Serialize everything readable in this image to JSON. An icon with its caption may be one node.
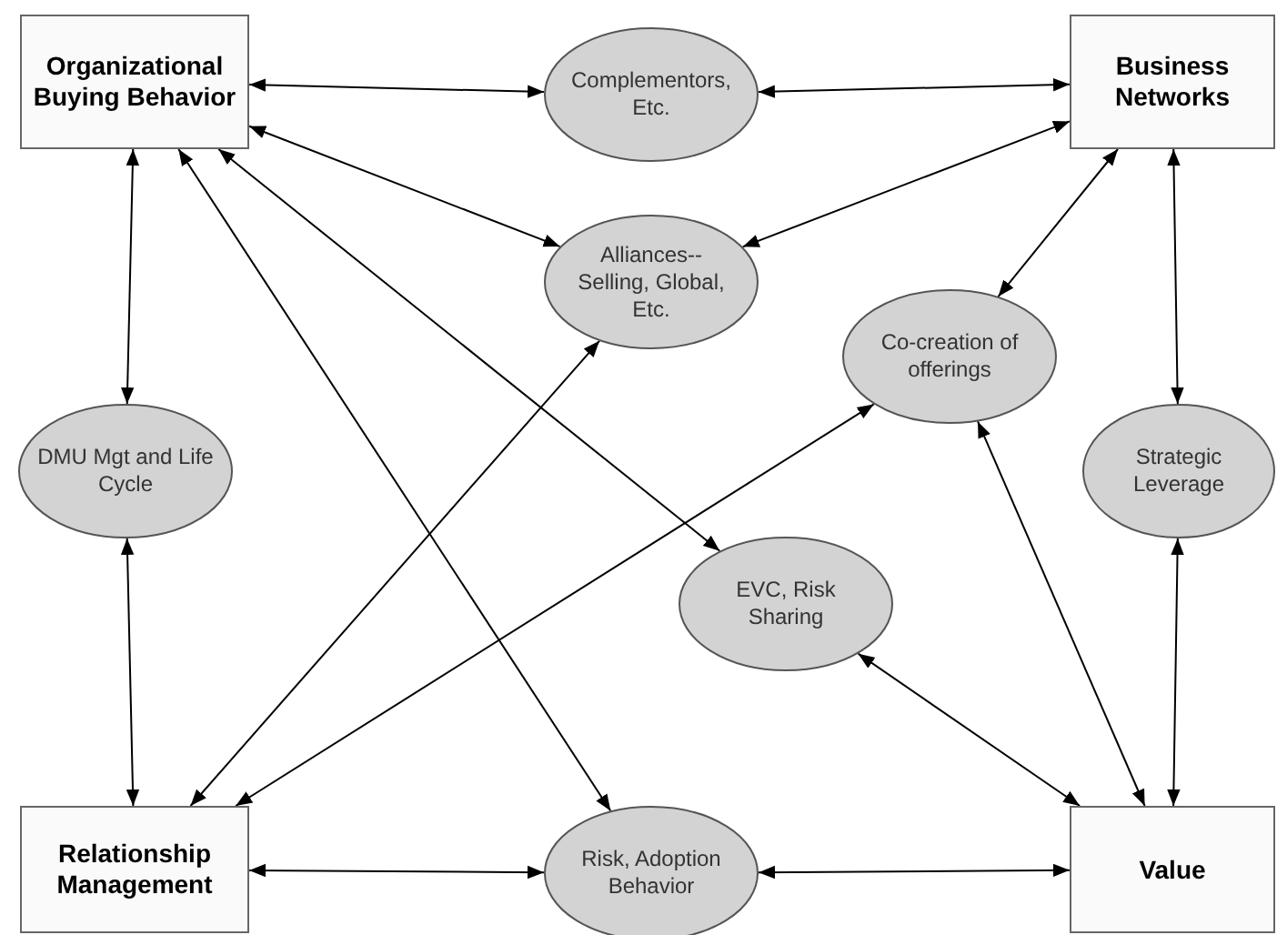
{
  "diagram": {
    "nodes": [
      {
        "text": [
          "Organizational Buying Behavior"
        ]
      },
      {
        "text": [
          "Complementors, Etc."
        ]
      },
      {
        "text": [
          "Business Networks"
        ]
      },
      {
        "text": [
          "Alliances-- Selling, Global, Etc."
        ]
      },
      {
        "text": [
          "Co-creation of offerings"
        ]
      },
      {
        "text": [
          "DMU Mgt and Life Cycle"
        ]
      },
      {
        "text": [
          "Strategic Leverage"
        ]
      },
      {
        "text": [
          "EVC, Risk Sharing"
        ]
      },
      {
        "text": [
          "Relationship Management"
        ]
      },
      {
        "text": [
          "Risk, Adoption Behavior"
        ]
      },
      {
        "text": [
          "Value"
        ]
      }
    ],
    "edges": [
      {
        "from": 0,
        "to": 1,
        "arrow": "both"
      },
      {
        "from": 1,
        "to": 2,
        "arrow": "both"
      },
      {
        "from": 0,
        "to": 3,
        "arrow": "both"
      },
      {
        "from": 2,
        "to": 3,
        "arrow": "both"
      },
      {
        "from": 2,
        "to": 4,
        "arrow": "both"
      },
      {
        "from": 0,
        "to": 5,
        "arrow": "both"
      },
      {
        "from": 2,
        "to": 6,
        "arrow": "both"
      },
      {
        "from": 0,
        "to": 7,
        "arrow": "both"
      },
      {
        "from": 0,
        "to": 9,
        "arrow": "both"
      },
      {
        "from": 3,
        "to": 8,
        "arrow": "both"
      },
      {
        "from": 4,
        "to": 8,
        "arrow": "both"
      },
      {
        "from": 4,
        "to": 10,
        "arrow": "both"
      },
      {
        "from": 7,
        "to": 10,
        "arrow": "both"
      },
      {
        "from": 5,
        "to": 8,
        "arrow": "both"
      },
      {
        "from": 6,
        "to": 10,
        "arrow": "both"
      },
      {
        "from": 8,
        "to": 9,
        "arrow": "both"
      },
      {
        "from": 9,
        "to": 10,
        "arrow": "both"
      }
    ]
  }
}
